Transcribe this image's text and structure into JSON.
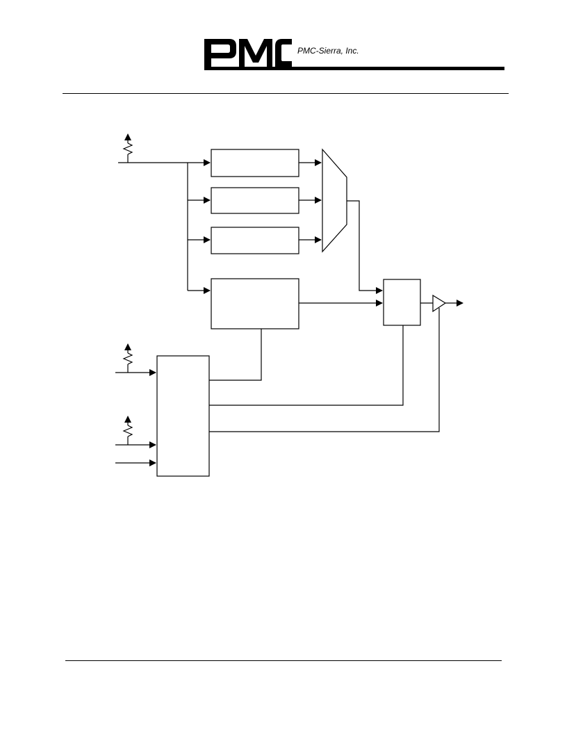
{
  "header": {
    "logo_text": "PMC",
    "company_name": "PMC-Sierra, Inc."
  },
  "diagram": {
    "blocks": [
      {
        "id": "block-1",
        "label": ""
      },
      {
        "id": "block-2",
        "label": ""
      },
      {
        "id": "block-3",
        "label": ""
      },
      {
        "id": "block-4",
        "label": ""
      },
      {
        "id": "control-block",
        "label": ""
      },
      {
        "id": "output-block",
        "label": ""
      }
    ]
  },
  "colors": {
    "line": "#000000",
    "background": "#ffffff"
  }
}
